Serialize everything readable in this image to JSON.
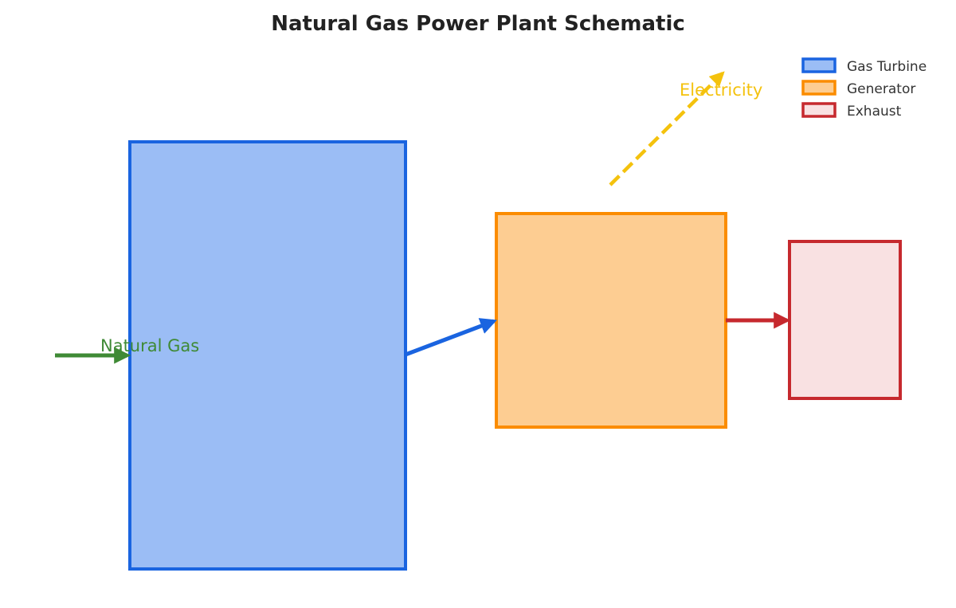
{
  "title": "Natural Gas Power Plant Schematic",
  "components": [
    {
      "id": "gas-turbine",
      "name": "Gas Turbine",
      "fill": "#9bbdf5",
      "stroke": "#1a64e0"
    },
    {
      "id": "generator",
      "name": "Generator",
      "fill": "#fdcd92",
      "stroke": "#fb8c00"
    },
    {
      "id": "exhaust",
      "name": "Exhaust",
      "fill": "#f9e1e2",
      "stroke": "#c6292e"
    }
  ],
  "flows": [
    {
      "id": "natural-gas",
      "label": "Natural Gas",
      "color": "#3f8a35",
      "style": "solid"
    },
    {
      "id": "turbine-to-generator",
      "label": "",
      "color": "#1a64e0",
      "style": "solid"
    },
    {
      "id": "generator-to-exhaust",
      "label": "",
      "color": "#c6292e",
      "style": "solid"
    },
    {
      "id": "electricity",
      "label": "Electricity",
      "color": "#f4c20d",
      "style": "dashed"
    }
  ],
  "legend": {
    "placement": "top-right",
    "items": [
      {
        "label": "Gas Turbine",
        "fill": "#9bbdf5",
        "stroke": "#1a64e0"
      },
      {
        "label": "Generator",
        "fill": "#fdcd92",
        "stroke": "#fb8c00"
      },
      {
        "label": "Exhaust",
        "fill": "#f9e1e2",
        "stroke": "#c6292e"
      }
    ]
  }
}
